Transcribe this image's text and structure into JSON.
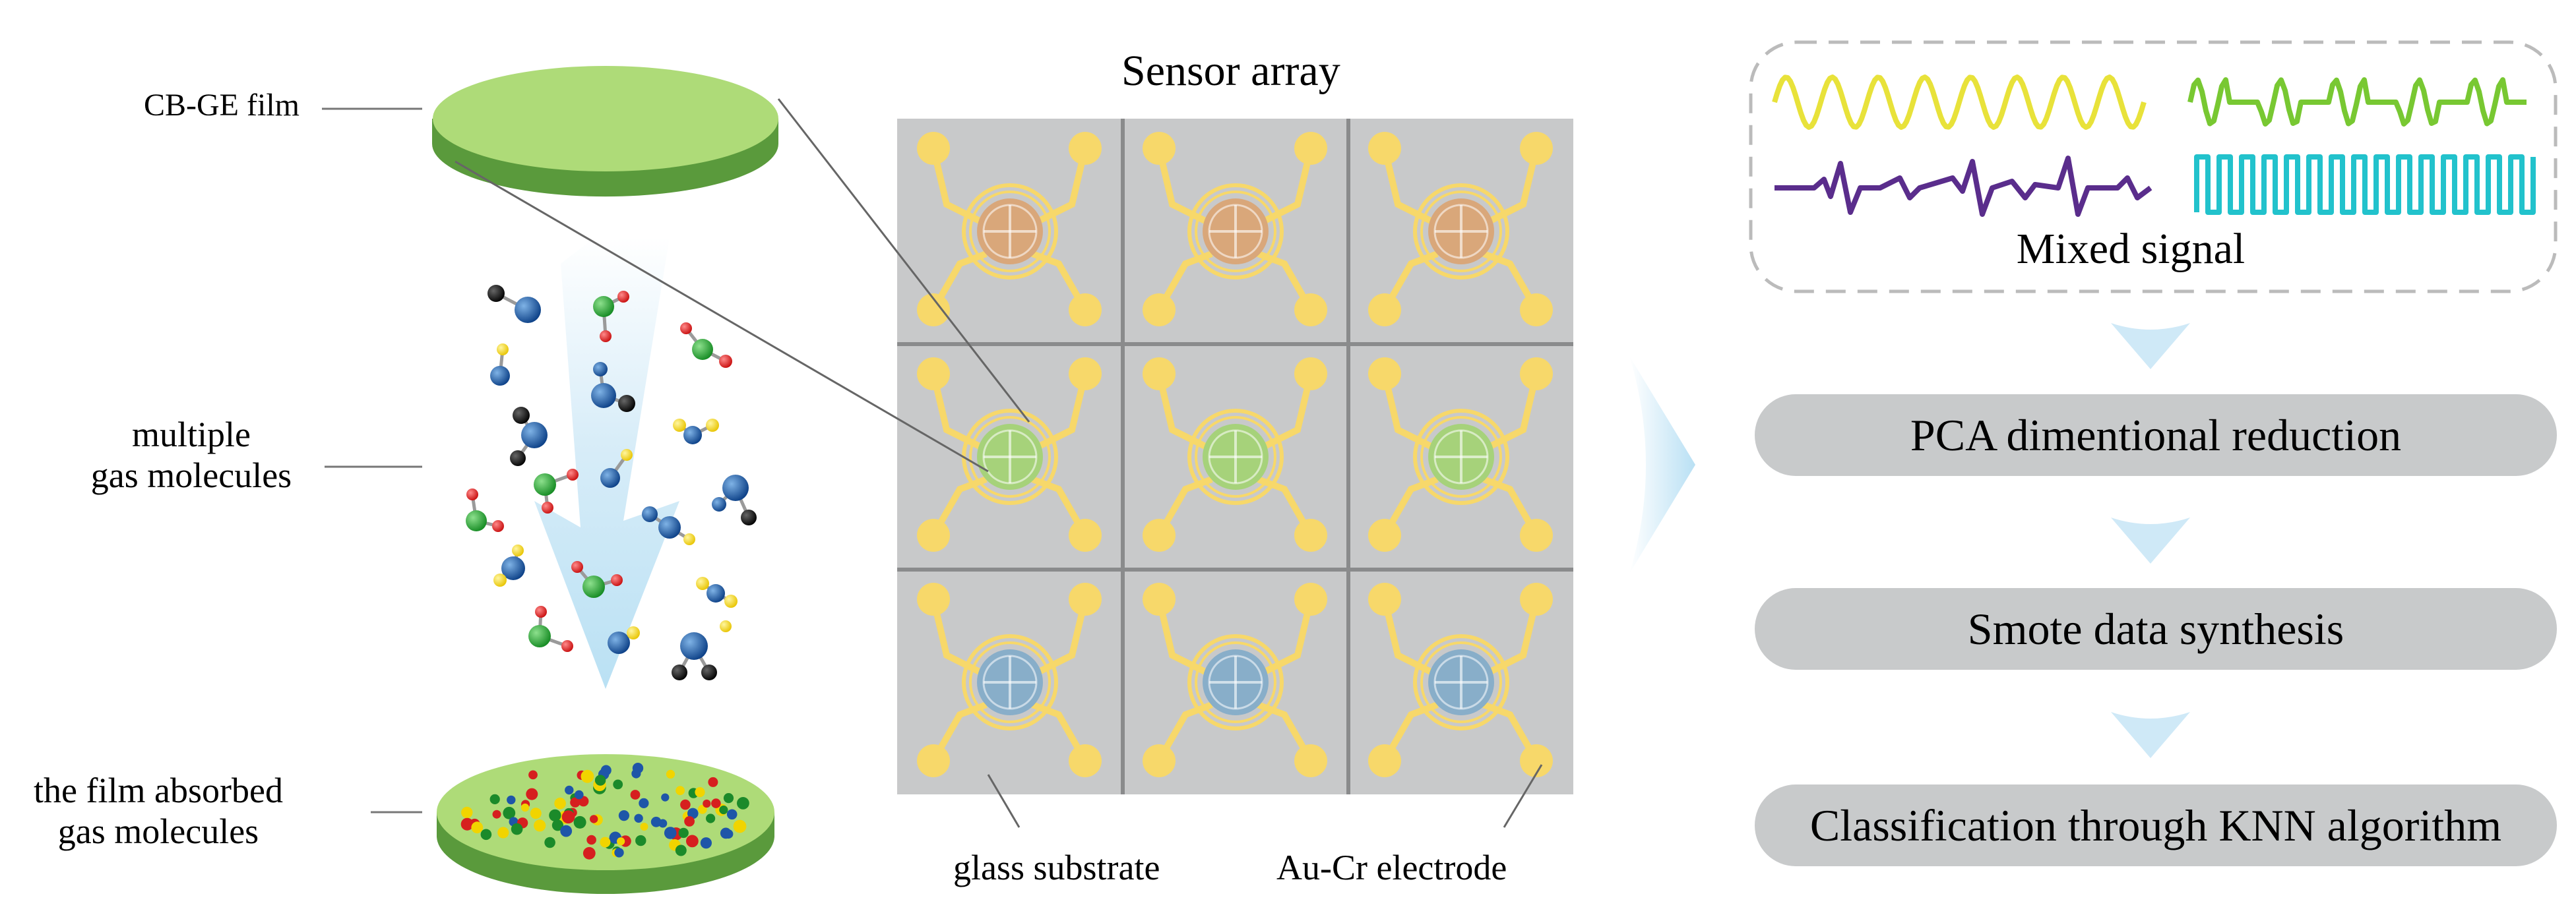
{
  "labels": {
    "cbge_film": "CB-GE film",
    "gas_line1": "multiple",
    "gas_line2": "gas molecules",
    "absorbed_line1": "the film absorbed",
    "absorbed_line2": "gas molecules",
    "sensor_array_title": "Sensor array",
    "glass_substrate": "glass substrate",
    "electrode": "Au-Cr electrode",
    "mixed_signal": "Mixed signal"
  },
  "pipeline_steps": [
    "PCA dimentional reduction",
    "Smote data synthesis",
    "Classification through KNN algorithm"
  ],
  "colors": {
    "film_top": "#aedb78",
    "film_side": "#5a9a3c",
    "array_bg": "#c8c9ca",
    "grid_line": "#8a8b8c",
    "electrode": "#f7d86a",
    "sensor_row1": "#d9a77a",
    "sensor_row2": "#a6d27a",
    "sensor_row3": "#88aec9",
    "signal_yellow": "#e8e23a",
    "signal_green": "#78c832",
    "signal_purple": "#5a2d8c",
    "signal_cyan": "#22c2cc",
    "pill": "#c8cacb",
    "arrow": "#cfe9f7"
  },
  "icons": [
    "gas-flow-arrow-icon",
    "molecule-icon",
    "pipeline-arrow-icon"
  ]
}
